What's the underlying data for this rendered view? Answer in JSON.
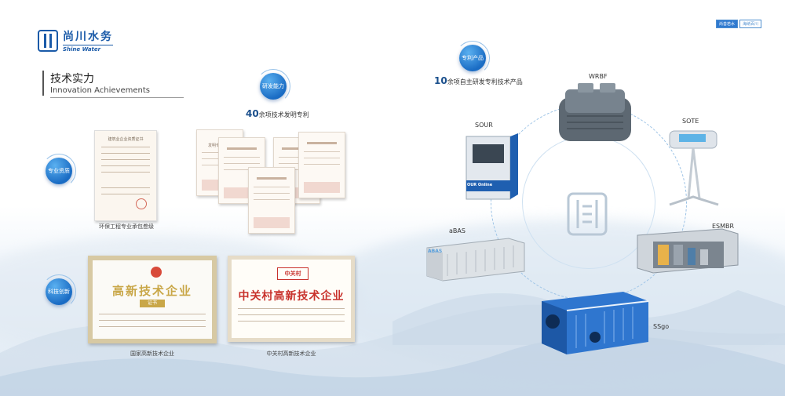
{
  "brand": {
    "name_cn": "尚川水务",
    "name_en": "Shine Water"
  },
  "top_tags": [
    "尚善若水",
    "海纳百川"
  ],
  "section": {
    "title_cn": "技术实力",
    "title_en": "Innovation  Achievements"
  },
  "bubbles": {
    "qualification": "专业资质",
    "research": "研发能力",
    "innovation": "科技创新",
    "products": "专利产品"
  },
  "stats": {
    "patents_number": "40",
    "patents_text": "余项技术发明专利",
    "products_number": "10",
    "products_text": "余项自主研发专利技术产品"
  },
  "captions": {
    "contract_cert": "环保工程专业承包叁级",
    "hightech_cert": "国家高新技术企业",
    "zgc_cert": "中关村高新技术企业"
  },
  "cert_texts": {
    "contract_title": "建筑业企业资质证书",
    "patent_title": "发明专利证书",
    "hightech_title": "高新技术企业",
    "hightech_sub": "证书",
    "zgc_brand": "中关村",
    "zgc_title": "中关村高新技术企业"
  },
  "products": [
    "WRBF",
    "SOUR",
    "SOTE",
    "aBAS",
    "ESMBR",
    "SSgo"
  ],
  "product_texts": {
    "sour_screen": "OUR Online",
    "abas_side": "ABAS"
  },
  "colors": {
    "accent": "#1a6cc4",
    "brand": "#1a5aa8",
    "gold": "#c9a748",
    "red": "#c8322c"
  }
}
